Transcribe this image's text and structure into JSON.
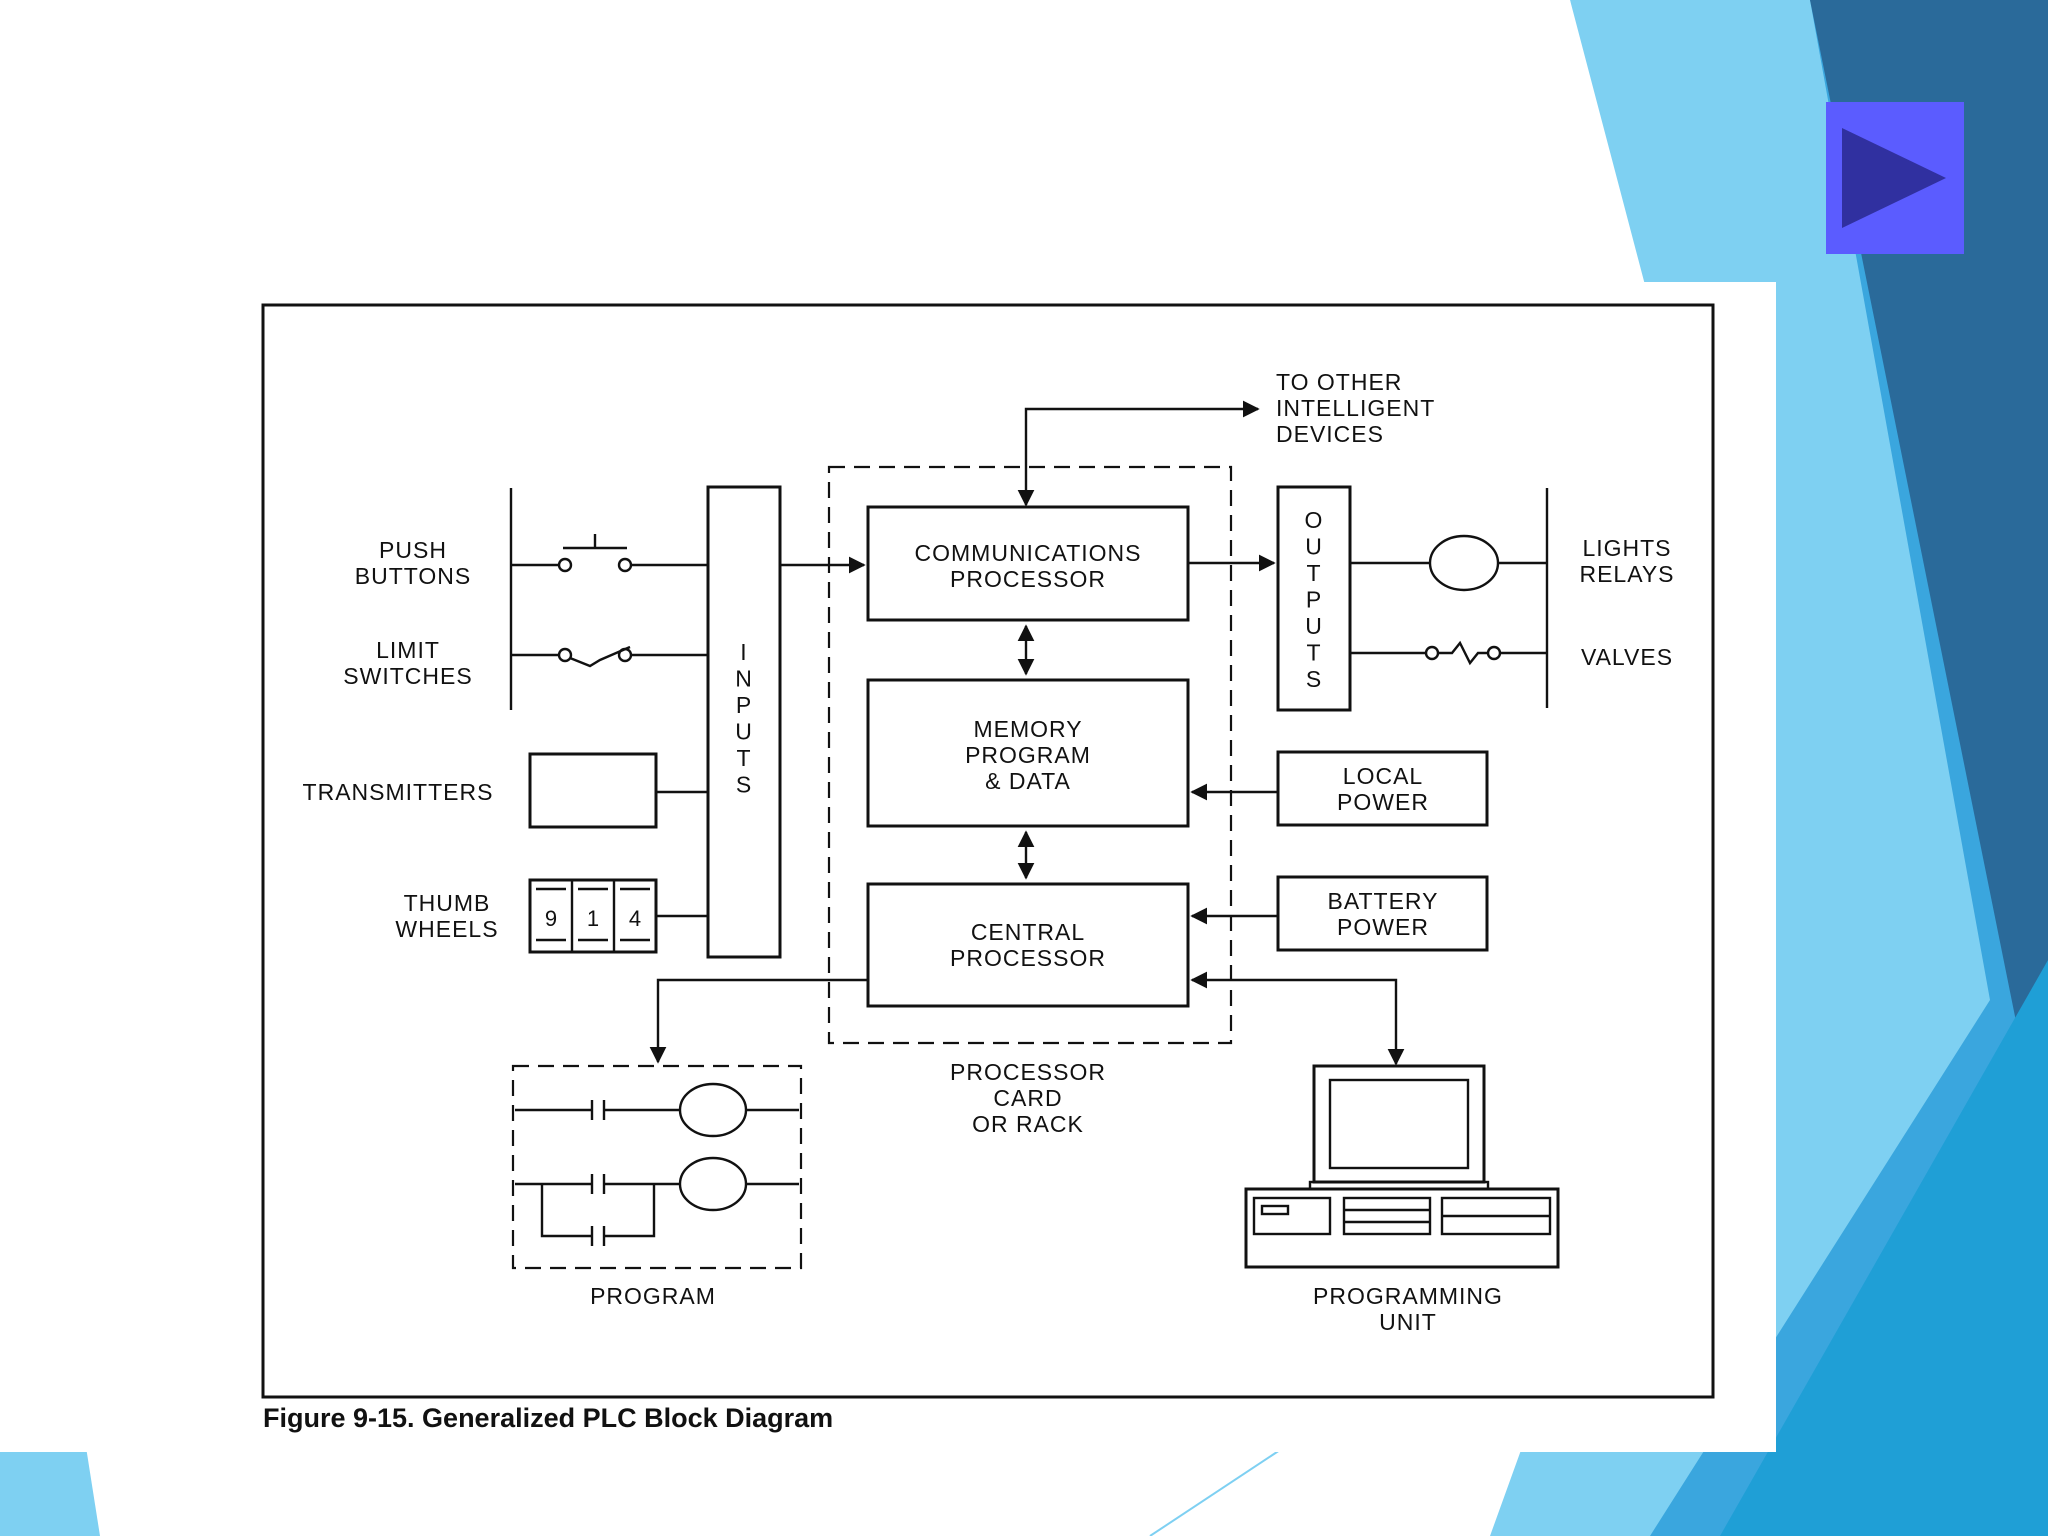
{
  "theme": {
    "accent_dark": "#2a6a9a",
    "accent_light": "#7ed0f2",
    "accent_mid": "#3aa6de",
    "play_button": "#5b5cff",
    "play_arrow": "#3030a0"
  },
  "nav": {
    "play_icon": "play-icon"
  },
  "diagram": {
    "inputs_label": "INPUTS",
    "outputs_label": "OUTPUTS",
    "comm_processor": [
      "COMMUNICATIONS",
      "PROCESSOR"
    ],
    "memory": [
      "MEMORY",
      "PROGRAM",
      "& DATA"
    ],
    "central_processor": [
      "CENTRAL",
      "PROCESSOR"
    ],
    "to_other": [
      "TO OTHER",
      "INTELLIGENT",
      "DEVICES"
    ],
    "push_buttons": [
      "PUSH",
      "BUTTONS"
    ],
    "limit_switches": [
      "LIMIT",
      "SWITCHES"
    ],
    "transmitters": "TRANSMITTERS",
    "thumb_wheels": [
      "THUMB",
      "WHEELS"
    ],
    "thumb_digits": [
      "9",
      "1",
      "4"
    ],
    "lights_relays": [
      "LIGHTS",
      "RELAYS"
    ],
    "valves": "VALVES",
    "local_power": [
      "LOCAL",
      "POWER"
    ],
    "battery_power": [
      "BATTERY",
      "POWER"
    ],
    "processor_card": [
      "PROCESSOR",
      "CARD",
      "OR RACK"
    ],
    "program": "PROGRAM",
    "programming_unit": [
      "PROGRAMMING",
      "UNIT"
    ],
    "caption": "Figure 9-15.  Generalized PLC Block Diagram"
  }
}
